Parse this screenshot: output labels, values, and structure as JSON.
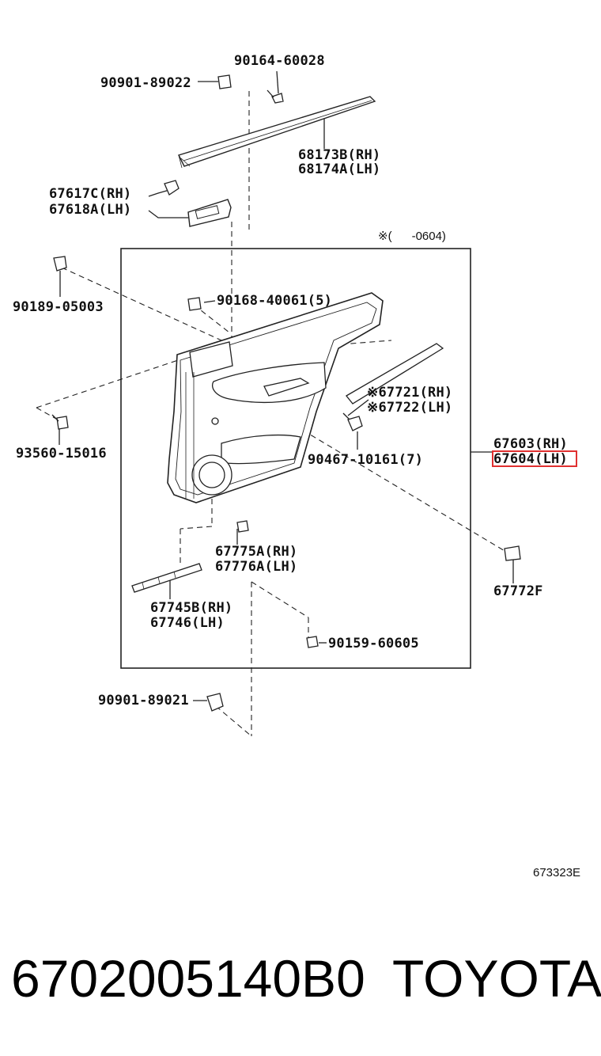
{
  "highlight_color": "#e03030",
  "labels": {
    "p90164_60028": "90164-60028",
    "p90901_89022": "90901-89022",
    "p68173b": "68173B(RH)",
    "p68174a": "68174A(LH)",
    "p67617c": "67617C(RH)",
    "p67618a": "67618A(LH)",
    "note_0604": "※(      -0604)",
    "p90189_05003": "90189-05003",
    "p90168_40061": "90168-40061(5)",
    "p67721": "※67721(RH)",
    "p67722": "※67722(LH)",
    "p93560_15016": "93560-15016",
    "p90467_10161": "90467-10161(7)",
    "p67603": "67603(RH)",
    "p67604": "67604(LH)",
    "p67775a": "67775A(RH)",
    "p67776a": "67776A(LH)",
    "p67772f": "67772F",
    "p67745b": "67745B(RH)",
    "p67746": "67746(LH)",
    "p90159_60605": "90159-60605",
    "p90901_89021": "90901-89021",
    "diagram_ref": "673323E"
  },
  "footer": {
    "part_number": "6702005140B0",
    "brand": "TOYOTA"
  }
}
